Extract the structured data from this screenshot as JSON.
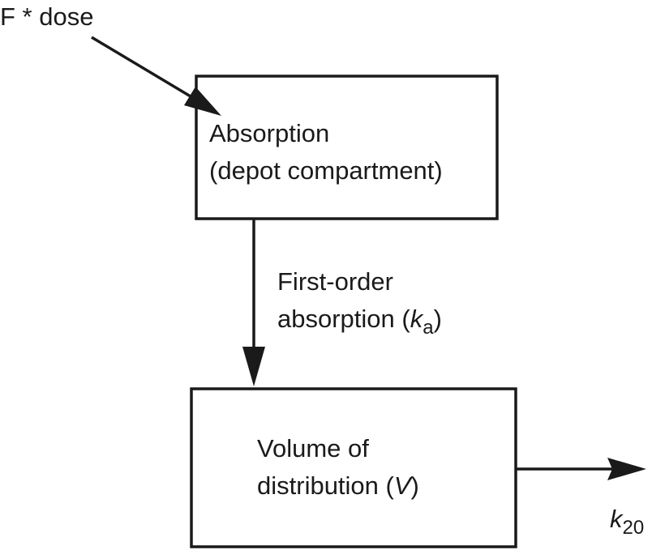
{
  "diagram": {
    "title": "One-compartment model with first-order absorption",
    "input": {
      "label": "F * dose"
    },
    "depot_box": {
      "line1": "Absorption",
      "line2": "(depot compartment)"
    },
    "absorption_edge": {
      "line1": "First-order",
      "line2_prefix": "absorption (",
      "rate_symbol": "k",
      "rate_subscript": "a",
      "line2_suffix": ")"
    },
    "central_box": {
      "line1": "Volume of",
      "line2_prefix": "distribution (",
      "volume_symbol": "V",
      "line2_suffix": ")"
    },
    "elimination_edge": {
      "rate_symbol": "k",
      "rate_subscript": "20"
    },
    "colors": {
      "stroke": "#1a1a1a",
      "text": "#1a1a1a",
      "background": "#ffffff"
    }
  }
}
